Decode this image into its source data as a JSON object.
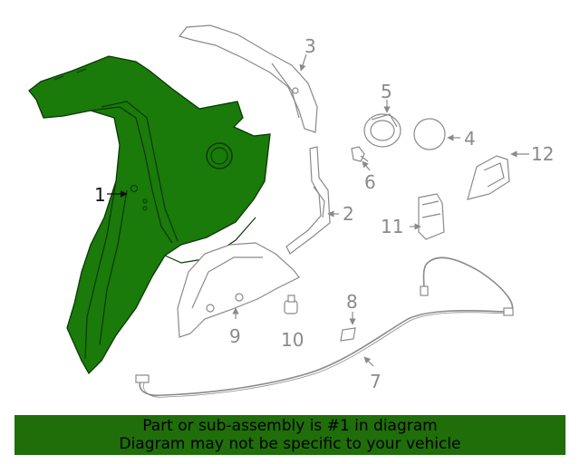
{
  "diagram": {
    "highlight_color": "#1a7a0a",
    "line_color": "#8a8a8a",
    "callouts": {
      "c1": "1",
      "c2": "2",
      "c3": "3",
      "c4": "4",
      "c5": "5",
      "c6": "6",
      "c7": "7",
      "c8": "8",
      "c9": "9",
      "c10": "10",
      "c11": "11",
      "c12": "12"
    }
  },
  "footer": {
    "line1": "Part or sub-assembly is #1 in diagram",
    "line2": "Diagram may not be specific to your vehicle",
    "background": "#1f6e0a"
  }
}
